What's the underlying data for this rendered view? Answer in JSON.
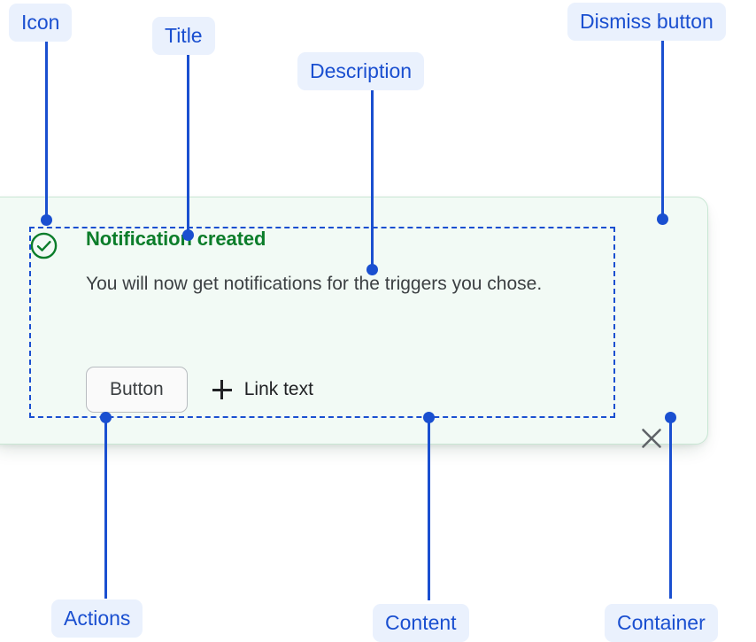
{
  "notification": {
    "icon": "success-check-circle-icon",
    "icon_color": "#0b7d2a",
    "title": "Notification created",
    "title_color": "#0b7d2a",
    "description": "You will now get notifications for the triggers you chose.",
    "description_color": "#3c4043",
    "background_color": "#f2faf5",
    "border_color": "#c9e7d4",
    "actions": {
      "button_label": "Button",
      "link_icon": "plus-icon",
      "link_label": "Link text"
    },
    "dismiss": {
      "icon": "close-x-icon",
      "color": "#5f6368"
    }
  },
  "annotations": {
    "accent_color": "#1a4fd0",
    "chip_background": "#eaf1fd",
    "labels": [
      {
        "id": "icon",
        "text": "Icon"
      },
      {
        "id": "title",
        "text": "Title"
      },
      {
        "id": "description",
        "text": "Description"
      },
      {
        "id": "dismiss-button",
        "text": "Dismiss button"
      },
      {
        "id": "actions",
        "text": "Actions"
      },
      {
        "id": "content",
        "text": "Content"
      },
      {
        "id": "container",
        "text": "Container"
      }
    ]
  }
}
